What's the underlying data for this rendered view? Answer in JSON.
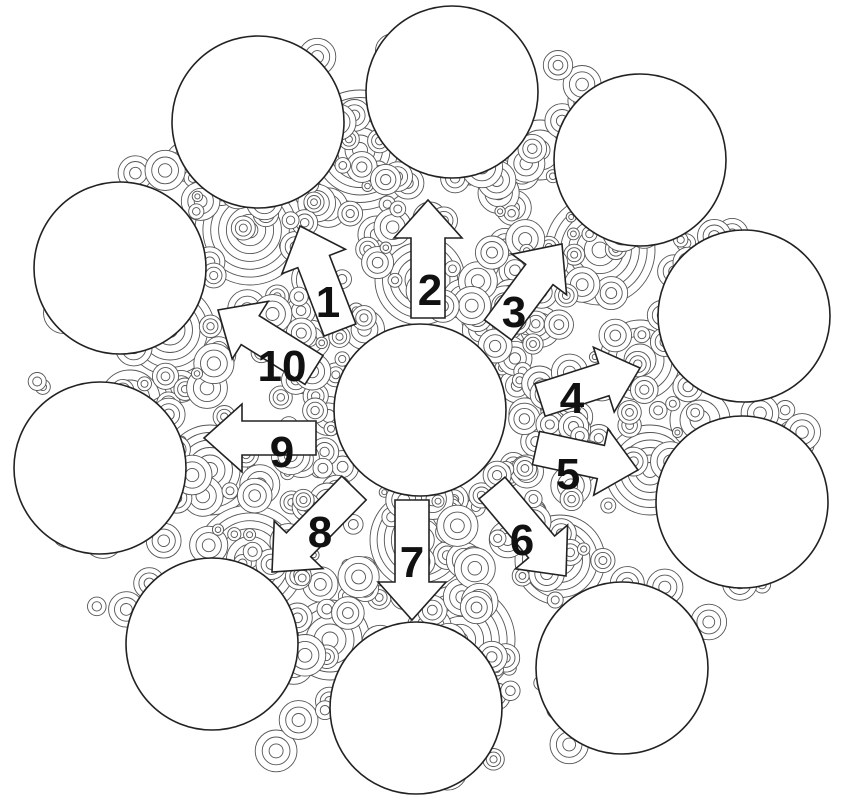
{
  "colors": {
    "stroke": "#222222",
    "fill": "#ffffff",
    "pattern": "#555555"
  },
  "center_circle": {
    "name": "center-circle"
  },
  "outer_circles": [
    {
      "name": "outer-circle-top"
    },
    {
      "name": "outer-circle-upper-right"
    },
    {
      "name": "outer-circle-right"
    },
    {
      "name": "outer-circle-lower-right"
    },
    {
      "name": "outer-circle-bottom-right"
    },
    {
      "name": "outer-circle-bottom"
    },
    {
      "name": "outer-circle-bottom-left"
    },
    {
      "name": "outer-circle-left"
    },
    {
      "name": "outer-circle-upper-left"
    },
    {
      "name": "outer-circle-top-left"
    }
  ],
  "arrows": [
    {
      "label": "1"
    },
    {
      "label": "2"
    },
    {
      "label": "3"
    },
    {
      "label": "4"
    },
    {
      "label": "5"
    },
    {
      "label": "6"
    },
    {
      "label": "7"
    },
    {
      "label": "8"
    },
    {
      "label": "9"
    },
    {
      "label": "10"
    }
  ]
}
